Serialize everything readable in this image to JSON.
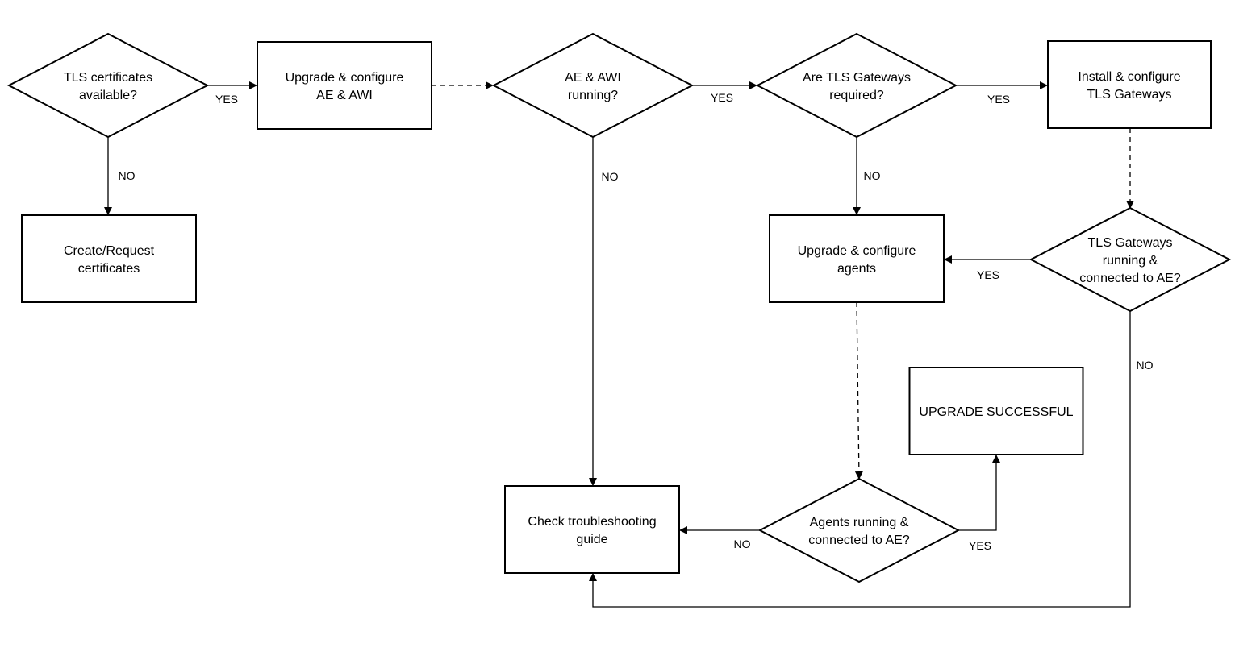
{
  "diagram": {
    "nodes": {
      "tls_certs_available": {
        "type": "decision",
        "lines": [
          "TLS certificates",
          "available?"
        ]
      },
      "upgrade_ae_awi": {
        "type": "process",
        "lines": [
          "Upgrade & configure",
          "AE & AWI"
        ]
      },
      "ae_awi_running": {
        "type": "decision",
        "lines": [
          "AE & AWI",
          "running?"
        ]
      },
      "tls_gateways_required": {
        "type": "decision",
        "lines": [
          "Are TLS Gateways",
          "required?"
        ]
      },
      "install_tls_gateways": {
        "type": "process",
        "lines": [
          "Install & configure",
          "TLS Gateways"
        ]
      },
      "create_request_certs": {
        "type": "process",
        "lines": [
          "Create/Request",
          "certificates"
        ]
      },
      "upgrade_agents": {
        "type": "process",
        "lines": [
          "Upgrade & configure",
          "agents"
        ]
      },
      "tls_gateways_running": {
        "type": "decision",
        "lines": [
          "TLS Gateways",
          "running &",
          "connected to AE?"
        ]
      },
      "upgrade_successful": {
        "type": "process",
        "lines": [
          "UPGRADE  SUCCESSFUL"
        ]
      },
      "check_troubleshooting": {
        "type": "process",
        "lines": [
          "Check troubleshooting",
          "guide"
        ]
      },
      "agents_running": {
        "type": "decision",
        "lines": [
          "Agents running &",
          "connected to AE?"
        ]
      }
    },
    "edges": [
      {
        "id": "e1",
        "from": "tls_certs_available",
        "to": "upgrade_ae_awi",
        "label": "YES",
        "style": "solid"
      },
      {
        "id": "e2",
        "from": "tls_certs_available",
        "to": "create_request_certs",
        "label": "NO",
        "style": "solid"
      },
      {
        "id": "e3",
        "from": "upgrade_ae_awi",
        "to": "ae_awi_running",
        "label": "",
        "style": "dashed"
      },
      {
        "id": "e4",
        "from": "ae_awi_running",
        "to": "tls_gateways_required",
        "label": "YES",
        "style": "solid"
      },
      {
        "id": "e5",
        "from": "ae_awi_running",
        "to": "check_troubleshooting",
        "label": "NO",
        "style": "solid"
      },
      {
        "id": "e6",
        "from": "tls_gateways_required",
        "to": "install_tls_gateways",
        "label": "YES",
        "style": "solid"
      },
      {
        "id": "e7",
        "from": "tls_gateways_required",
        "to": "upgrade_agents",
        "label": "NO",
        "style": "solid"
      },
      {
        "id": "e8",
        "from": "install_tls_gateways",
        "to": "tls_gateways_running",
        "label": "",
        "style": "dashed"
      },
      {
        "id": "e9",
        "from": "tls_gateways_running",
        "to": "upgrade_agents",
        "label": "YES",
        "style": "solid"
      },
      {
        "id": "e10",
        "from": "tls_gateways_running",
        "to": "check_troubleshooting",
        "label": "NO",
        "style": "solid"
      },
      {
        "id": "e11",
        "from": "upgrade_agents",
        "to": "agents_running",
        "label": "",
        "style": "dashed"
      },
      {
        "id": "e12",
        "from": "agents_running",
        "to": "upgrade_successful",
        "label": "YES",
        "style": "solid"
      },
      {
        "id": "e13",
        "from": "agents_running",
        "to": "check_troubleshooting",
        "label": "NO",
        "style": "solid"
      }
    ]
  }
}
